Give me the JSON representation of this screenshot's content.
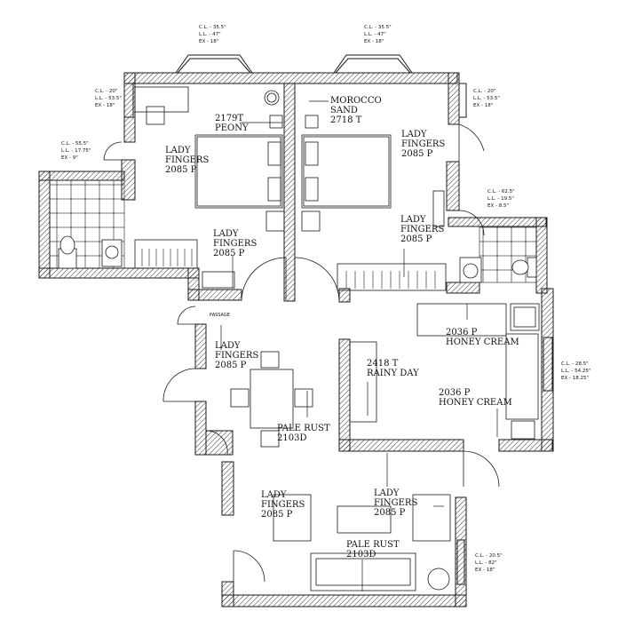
{
  "room_labels": [
    {
      "name": "peony",
      "lines": [
        "2179T",
        "PEONY"
      ]
    },
    {
      "name": "morocco-sand",
      "lines": [
        "MOROCCO",
        "SAND",
        "2718 T"
      ]
    },
    {
      "name": "lady-fingers-bed1",
      "lines": [
        "LADY",
        "FINGERS",
        "2085 P"
      ]
    },
    {
      "name": "lady-fingers-bed2",
      "lines": [
        "LADY",
        "FINGERS",
        "2085 P"
      ]
    },
    {
      "name": "lady-fingers-center",
      "lines": [
        "LADY",
        "FINGERS",
        "2085 P"
      ]
    },
    {
      "name": "lady-fingers-bath2",
      "lines": [
        "LADY",
        "FINGERS",
        "2085 P"
      ]
    },
    {
      "name": "honey-cream-1",
      "lines": [
        "2036 P",
        "HONEY CREAM"
      ]
    },
    {
      "name": "lady-fingers-dining",
      "lines": [
        "LADY",
        "FINGERS",
        "2085 P"
      ]
    },
    {
      "name": "rainy-day",
      "lines": [
        "2418 T",
        "RAINY DAY"
      ]
    },
    {
      "name": "honey-cream-2",
      "lines": [
        "2036 P",
        "HONEY CREAM"
      ]
    },
    {
      "name": "pale-rust-dining",
      "lines": [
        "PALE RUST",
        "2103D"
      ]
    },
    {
      "name": "lady-fingers-living-left",
      "lines": [
        "LADY",
        "FINGERS",
        "2085 P"
      ]
    },
    {
      "name": "lady-fingers-living-right",
      "lines": [
        "LADY",
        "FINGERS",
        "2085 P"
      ]
    },
    {
      "name": "pale-rust-living",
      "lines": [
        "PALE RUST",
        "2103D"
      ]
    }
  ],
  "level_notes": [
    {
      "name": "window-top-left",
      "lines": [
        "C.L. - 35.5\"",
        "L.L. - 47\"",
        "EX - 18\""
      ]
    },
    {
      "name": "window-top-right",
      "lines": [
        "C.L. - 35.5\"",
        "L.L. - 47\"",
        "EX - 18\""
      ]
    },
    {
      "name": "wardrobe-left",
      "lines": [
        "C.L. - 20\"",
        "L.L. - 53.5\"",
        "EX - 18\""
      ]
    },
    {
      "name": "wardrobe-right",
      "lines": [
        "C.L. - 20\"",
        "L.L. - 53.5\"",
        "EX - 18\""
      ]
    },
    {
      "name": "bath-left",
      "lines": [
        "C.L. - 55.5\"",
        "L.L. - 17.75\"",
        "EX - 9\""
      ]
    },
    {
      "name": "bath-right",
      "lines": [
        "C.L. - 62.5\"",
        "L.L. - 19.5\"",
        "EX - 8.5\""
      ]
    },
    {
      "name": "living-right",
      "lines": [
        "C.L. - 28.5\"",
        "L.L. - 54.25\"",
        "EX - 18.25\""
      ]
    },
    {
      "name": "living-bottom",
      "lines": [
        "C.L. - 20.5\"",
        "L.L. - 82\"",
        "EX - 18\""
      ]
    }
  ],
  "passage_label": "PASSAGE",
  "colors": {
    "line": "#1a1a1a",
    "hatch": "#1a1a1a"
  }
}
